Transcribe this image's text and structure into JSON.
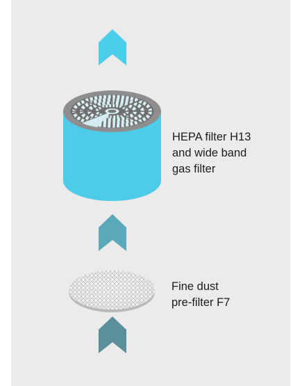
{
  "components": {
    "hepa_filter": {
      "label_lines": [
        "HEPA filter H13",
        "and wide band",
        "gas filter"
      ],
      "body_color": "#4ecbe8",
      "top_rim_color": "#8a8a8a",
      "mesh_color": "#cfe9ee"
    },
    "pre_filter": {
      "label_lines": [
        "Fine dust",
        "pre-filter F7"
      ],
      "disc_color": "#f2f2f2",
      "edge_color": "#b9b9b9"
    }
  },
  "airflow_arrows": [
    {
      "position": "top",
      "color": "#4ccde9"
    },
    {
      "position": "middle",
      "color": "#5aa9bb"
    },
    {
      "position": "bottom",
      "color": "#5b8f99"
    }
  ],
  "panel_background": "#ebebeb"
}
